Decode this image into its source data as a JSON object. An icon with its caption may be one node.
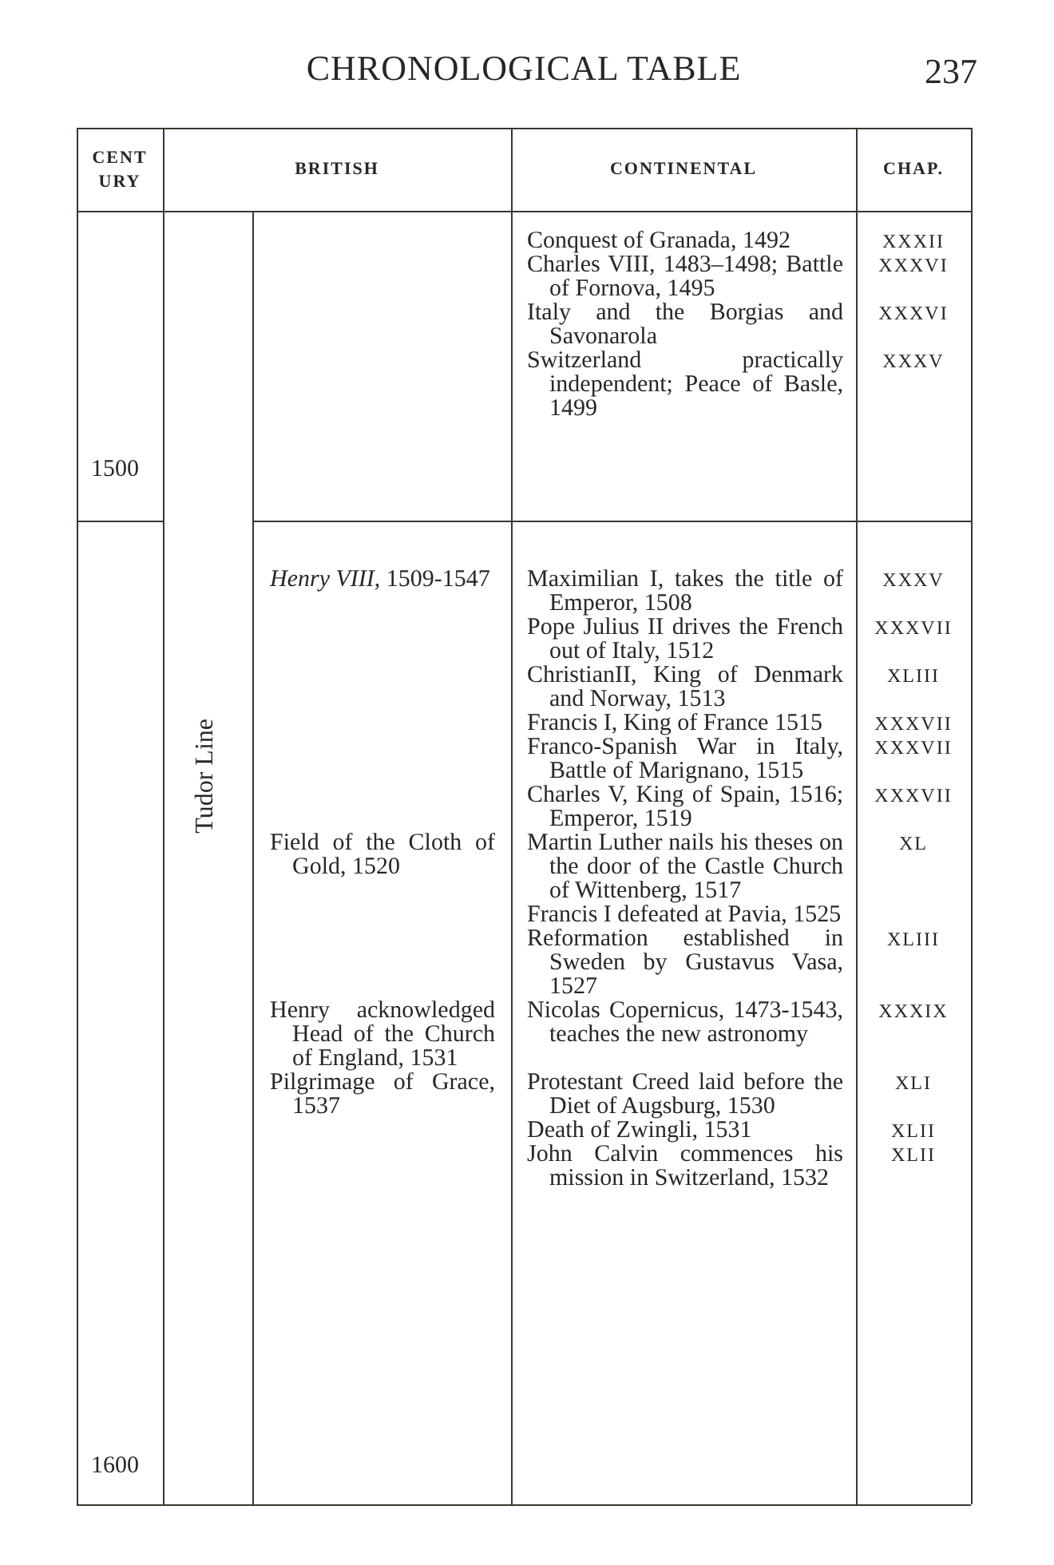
{
  "diagram": {
    "title": "CHRONOLOGICAL TABLE",
    "labels": [
      "237",
      "CENTURY",
      "BRITISH",
      "CONTINENTAL",
      "CHAP.",
      "Conquest of Granada, 1492",
      "XXXII",
      "Charles VIII, 1483–1498; Battle of Fornova, 1495",
      "XXXVI",
      "Italy and the Borgias and Savonarola",
      "XXXVI",
      "Switzerland practically independent; Peace of Basle, 1499",
      "XXXV",
      "1500",
      "Tudor Line",
      "*Henry VIII*, 1509-1547",
      "Maximilian I, takes the title of Emperor, 1508",
      "XXXV",
      "Pope Julius II drives the French out of Italy, 1512",
      "XXXVII",
      "ChristianII, King of Denmark and Norway, 1513",
      "XLIII",
      "Francis I, King of France 1515",
      "XXXVII",
      "Franco-Spanish War in Italy, Battle of Marignano, 1515",
      "XXXVII",
      "Charles V, King of Spain, 1516; Emperor, 1519",
      "XXXVII",
      "Field of the Cloth of Gold, 1520",
      "Martin Luther nails his theses on the door of the Castle Church of Wittenberg, 1517",
      "XL",
      "Francis I defeated at Pavia, 1525",
      "Reformation established in Sweden by Gustavus Vasa, 1527",
      "XLIII",
      "Henry acknowledged Head of the Church of England, 1531",
      "Nicolas Copernicus, 1473-1543, teaches the new astronomy",
      "XXXIX",
      "Pilgrimage of Grace, 1537",
      "Protestant Creed laid before the Diet of Augsburg, 1530",
      "XLI",
      "Death of Zwingli, 1531",
      "XLII",
      "John Calvin commences his mission in Switzerland, 1532",
      "XLII",
      "1600"
    ]
  }
}
